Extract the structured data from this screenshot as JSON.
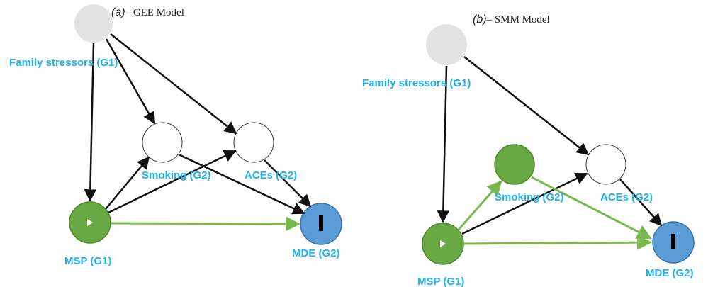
{
  "colors": {
    "label": "#1fb3ee",
    "green_node": "#6aa843",
    "green_stroke": "#4d8a2b",
    "blue_node": "#5b9bd5",
    "blue_stroke": "#3a72a8",
    "grey_node": "#e3e3e3",
    "black_arrow": "#111111",
    "green_arrow": "#78b84c"
  },
  "panel_a": {
    "title_paren": "(a)",
    "title_text": "– GEE Model",
    "labels": {
      "family": "Family stressors (G1)",
      "smoking": "Smoking (G2)",
      "aces": "ACEs (G2)",
      "msp": "MSP (G1)",
      "mde": "MDE (G2)"
    }
  },
  "panel_b": {
    "title_paren": "(b)",
    "title_text": "– SMM Model",
    "labels": {
      "family": "Family stressors (G1)",
      "smoking": "Smoking (G2)",
      "aces": "ACEs (G2)",
      "msp": "MSP (G1)",
      "mde": "MDE (G2)"
    }
  },
  "icons": {
    "msp_glyph": "play-icon",
    "mde_glyph": "bar-icon"
  }
}
